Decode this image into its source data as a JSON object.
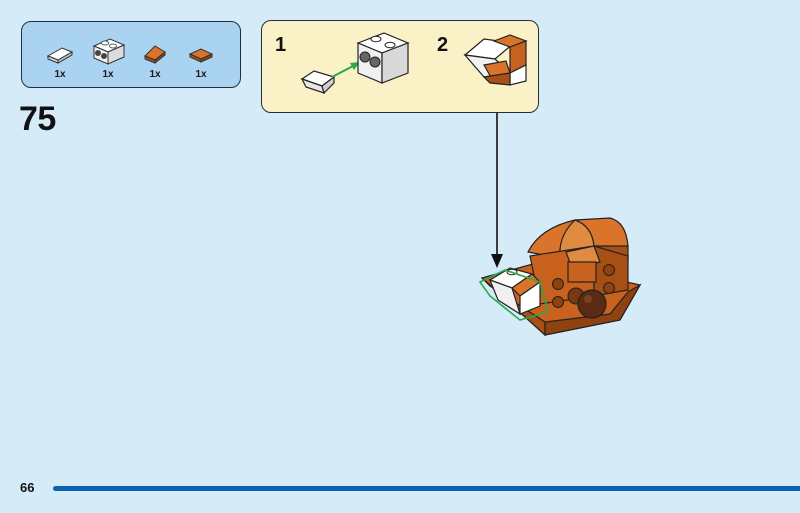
{
  "parts_list": {
    "items": [
      {
        "icon": "white-slope-piece-icon",
        "quantity": "1x"
      },
      {
        "icon": "white-brick-with-side-studs-icon",
        "quantity": "1x"
      },
      {
        "icon": "dark-orange-slope-piece-icon",
        "quantity": "1x"
      },
      {
        "icon": "dark-orange-tile-icon",
        "quantity": "1x"
      }
    ]
  },
  "step_number": "75",
  "substeps": [
    {
      "number": "1"
    },
    {
      "number": "2"
    }
  ],
  "page_number": "66",
  "progress": 1.0,
  "colors": {
    "background": "#d6ebf8",
    "parts_box": "#a9d3f1",
    "substep_box": "#fbf1c6",
    "dark_orange": "#c8621e",
    "progress_bar": "#0a63ad",
    "arrow_green": "#2aa84a"
  }
}
